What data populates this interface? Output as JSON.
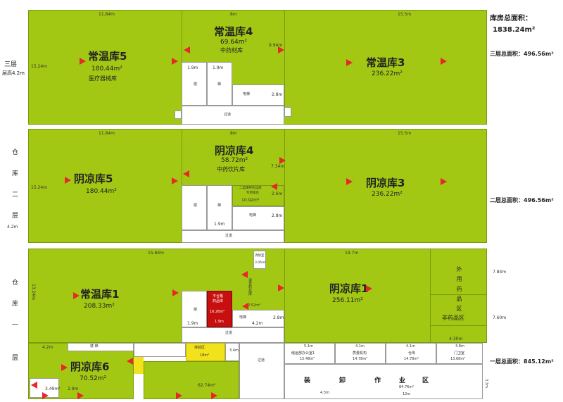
{
  "summary": {
    "total_title": "库房总面积：",
    "total_value": "1838.24m²",
    "floor3_total": "三层总面积：496.56m²",
    "floor2_total": "二层总面积：496.56m²",
    "floor1_total": "一层总面积：845.12m²"
  },
  "floor3": {
    "side_label": "三层",
    "side_height": "层高4.2m",
    "dim_top_left": "11.84m",
    "dim_top_mid": "8m",
    "dim_top_right": "15.5m",
    "dim_left": "15.24m",
    "dim_mid_right": "9.94m",
    "room5": {
      "name": "常温库5",
      "area": "180.44m²",
      "desc": "医疗器械库"
    },
    "room4": {
      "name": "常温库4",
      "area": "69.64m²",
      "desc": "中药材库"
    },
    "room3": {
      "name": "常温库3",
      "area": "236.22m²"
    },
    "stair_w1": "1.9m",
    "stair_w2": "1.9m",
    "stair1": "楼",
    "stair2": "梯",
    "elevator": "电梯",
    "elevator_w": "2.8m",
    "corridor": "过道"
  },
  "floor2": {
    "side_label": [
      "仓",
      "库",
      "二",
      "层"
    ],
    "side_height": "4.2m",
    "dim_top_left": "11.84m",
    "dim_top_mid": "8m",
    "dim_top_right": "15.5m",
    "dim_left": "15.24m",
    "dim_mid_right": "7.34m",
    "room5": {
      "name": "阴凉库5",
      "area": "180.44m²"
    },
    "room4": {
      "name": "阴凉库4",
      "area": "58.72m²",
      "desc": "中药饮片库"
    },
    "room3": {
      "name": "阴凉库3",
      "area": "236.22m²"
    },
    "special_room": {
      "name": "二类精神药品库",
      "name2": "专用库房",
      "area": "10.92m²",
      "w": "2.6m"
    },
    "stair1": "楼",
    "stair2": "梯",
    "stair_w": "1.9m",
    "elevator": "电梯",
    "elevator_w": "2.8m",
    "corridor": "过道"
  },
  "floor1": {
    "side_label": [
      "仓",
      "库",
      "一",
      "层"
    ],
    "dim_top_left": "15.84m",
    "dim_top_right": "19.7m",
    "dim_left": "13.24m",
    "dim_right1": "7.84m",
    "dim_right2": "7.60m",
    "dim_right3": "4.30m",
    "room1_normal": {
      "name": "常温库1",
      "area": "208.33m²"
    },
    "room1_cool": {
      "name": "阴凉库1",
      "area": "256.11m²"
    },
    "room6": {
      "name": "阴凉库6",
      "area": "70.52m²",
      "w": "4.2m"
    },
    "external_drug": "外用药品区",
    "chinese_drug": "非药品区",
    "unqualified": {
      "name": "不合格",
      "name2": "药品库",
      "area": "16.26m²",
      "w": "1.9m"
    },
    "return_room": {
      "name": "退货药品库",
      "area": "2.52m²"
    },
    "small_room": {
      "name": "消防室",
      "area": "3.06m²"
    },
    "stair1": "楼",
    "stair2": "梯",
    "stair_w": "1.9m",
    "elevator": "电梯",
    "elevator_w1": "4.2m",
    "elevator_w2": "2.8m",
    "corridor": "过道",
    "corridor2": "过道",
    "stairs_lower": "楼 梯",
    "reception": "待验区",
    "reception_area": "18m²",
    "office1": {
      "name": "储运部办公室1",
      "area": "15.48m²"
    },
    "office2": {
      "name": "质量机构",
      "area": "14.78m²"
    },
    "office3": {
      "name": "仓库",
      "area": "14.78m²"
    },
    "office4": {
      "name": "门卫室",
      "area": "13.68m²"
    },
    "office_dims": [
      "5.1m",
      "4.1m",
      "4.1m",
      "3.8m"
    ],
    "unload": [
      "装",
      "卸",
      "作",
      "业",
      "区"
    ],
    "unload_area": "84.76m²",
    "unload_w1": "4.3m",
    "unload_w2": "12m",
    "unload_h": "3.3m",
    "lower_area": "62.74m²",
    "lower_left_area": "3.49m²",
    "lower_dim": "2.9m",
    "lower_dim2": "3.4m"
  }
}
